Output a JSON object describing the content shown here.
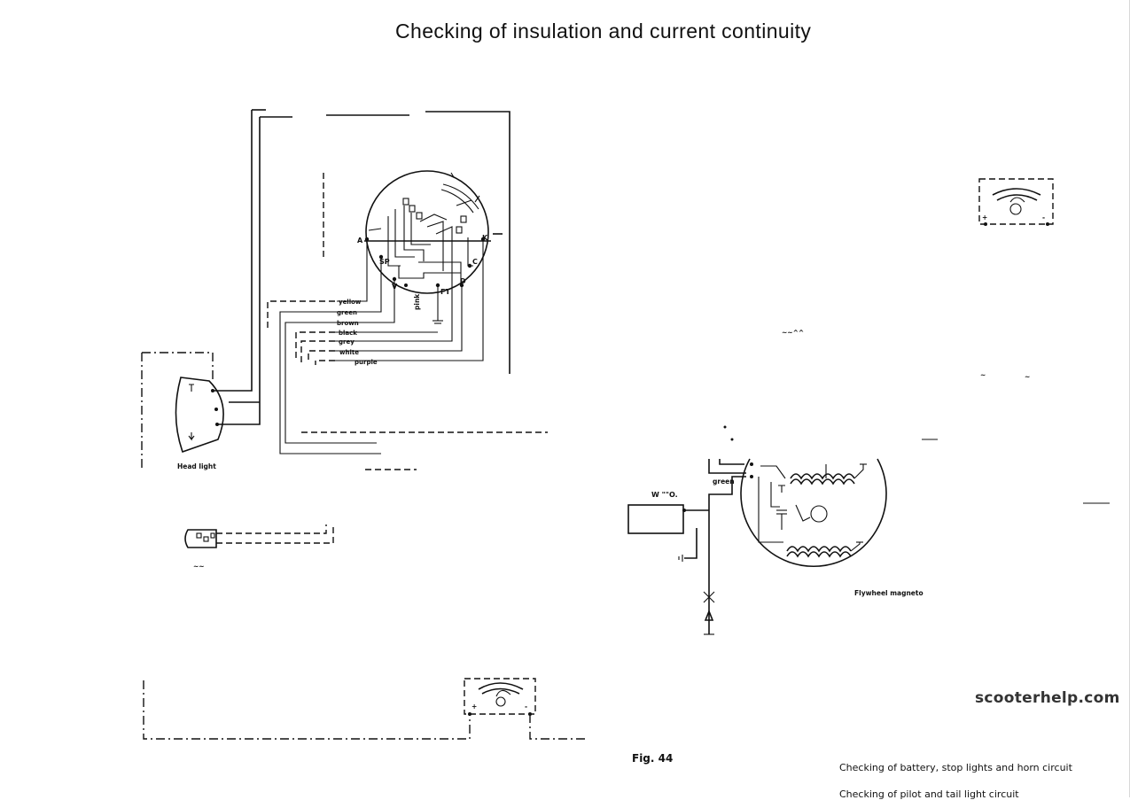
{
  "title": "Checking of insulation and current continuity",
  "wire_labels": [
    "yellow",
    "green",
    "brown",
    "black",
    "grey",
    "white",
    "purple"
  ],
  "switch_terminals": {
    "a": "A",
    "sp": "SP",
    "v": "V",
    "pink": "pink",
    "ft": "FT",
    "d": "D",
    "c": "C",
    "k": "K"
  },
  "head_light_label": "Head light",
  "flywheel_magneto_label": "Flywheel magneto",
  "green_tag": "green",
  "w_label": "W \"\"O.",
  "fig_label": "Fig. 44",
  "captions": {
    "battery": "Checking of battery, stop lights and horn circuit",
    "pilot": "Checking of pilot and tail light circuit"
  },
  "watermark": "scooterhelp.com",
  "meter_signs": {
    "plus": "+",
    "minus": "-"
  },
  "scan_marks": {
    "tilde_left": "~~",
    "tilde_mid": "~~^^",
    "tilde_a": "~",
    "tilde_b": "(\n~"
  }
}
